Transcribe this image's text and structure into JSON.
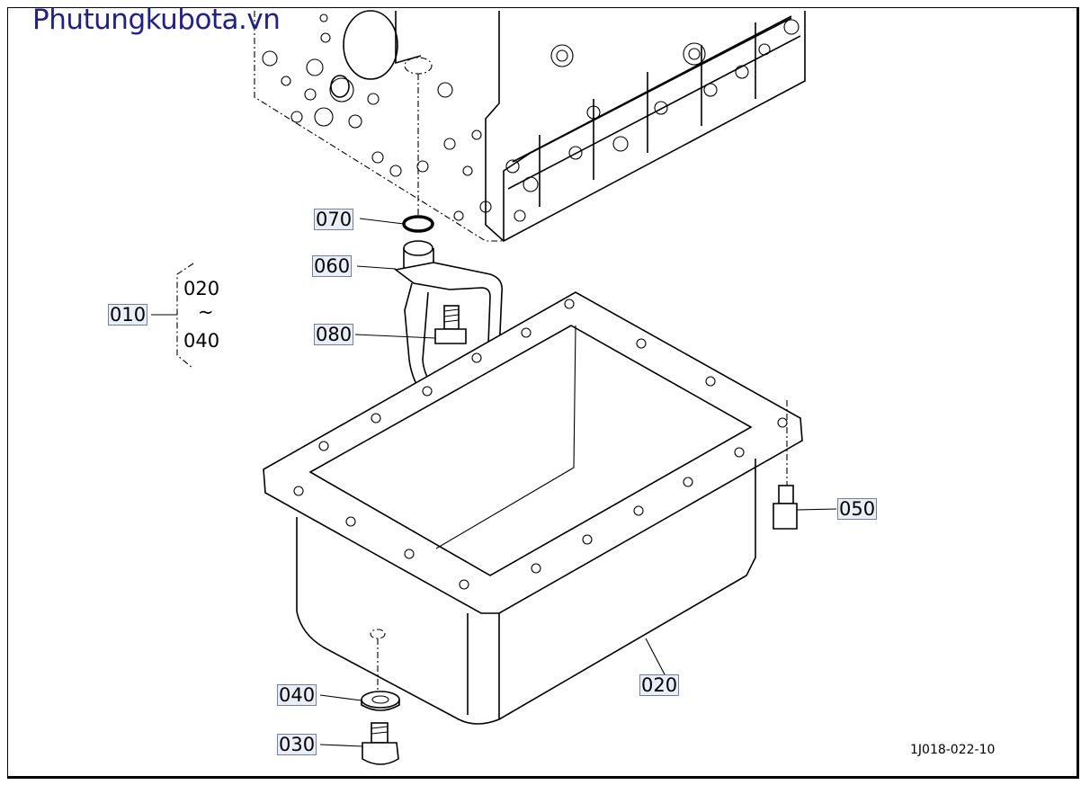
{
  "watermark": "Phutungkubota.vn",
  "drawing_code": "1J018-022-10",
  "assembly": {
    "label": "010",
    "range_start": "020",
    "range_symbol": "~",
    "range_end": "040"
  },
  "callouts": [
    {
      "id": "070"
    },
    {
      "id": "060"
    },
    {
      "id": "080"
    },
    {
      "id": "050"
    },
    {
      "id": "020"
    },
    {
      "id": "040"
    },
    {
      "id": "030"
    }
  ]
}
